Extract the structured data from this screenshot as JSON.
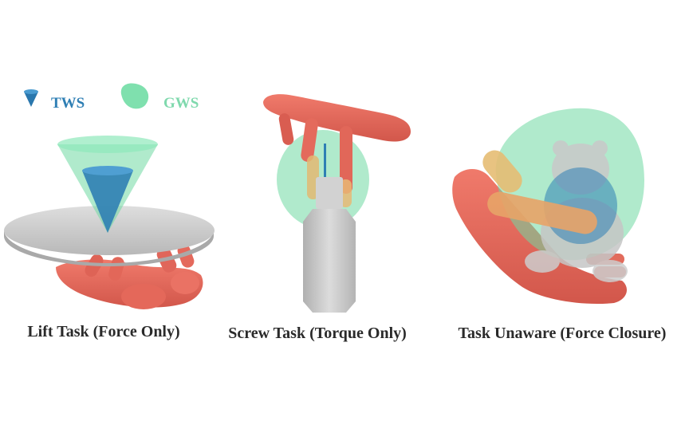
{
  "legend": {
    "tws_label": "TWS",
    "gws_label": "GWS"
  },
  "panels": [
    {
      "caption": "Lift Task (Force Only)"
    },
    {
      "caption": "Screw Task (Torque Only)"
    },
    {
      "caption": "Task Unaware (Force Closure)"
    }
  ],
  "colors": {
    "tws": "#2f7fb4",
    "gws": "#6fd9a2",
    "hand": "#e86a5c",
    "object": "#c8c8c8"
  }
}
